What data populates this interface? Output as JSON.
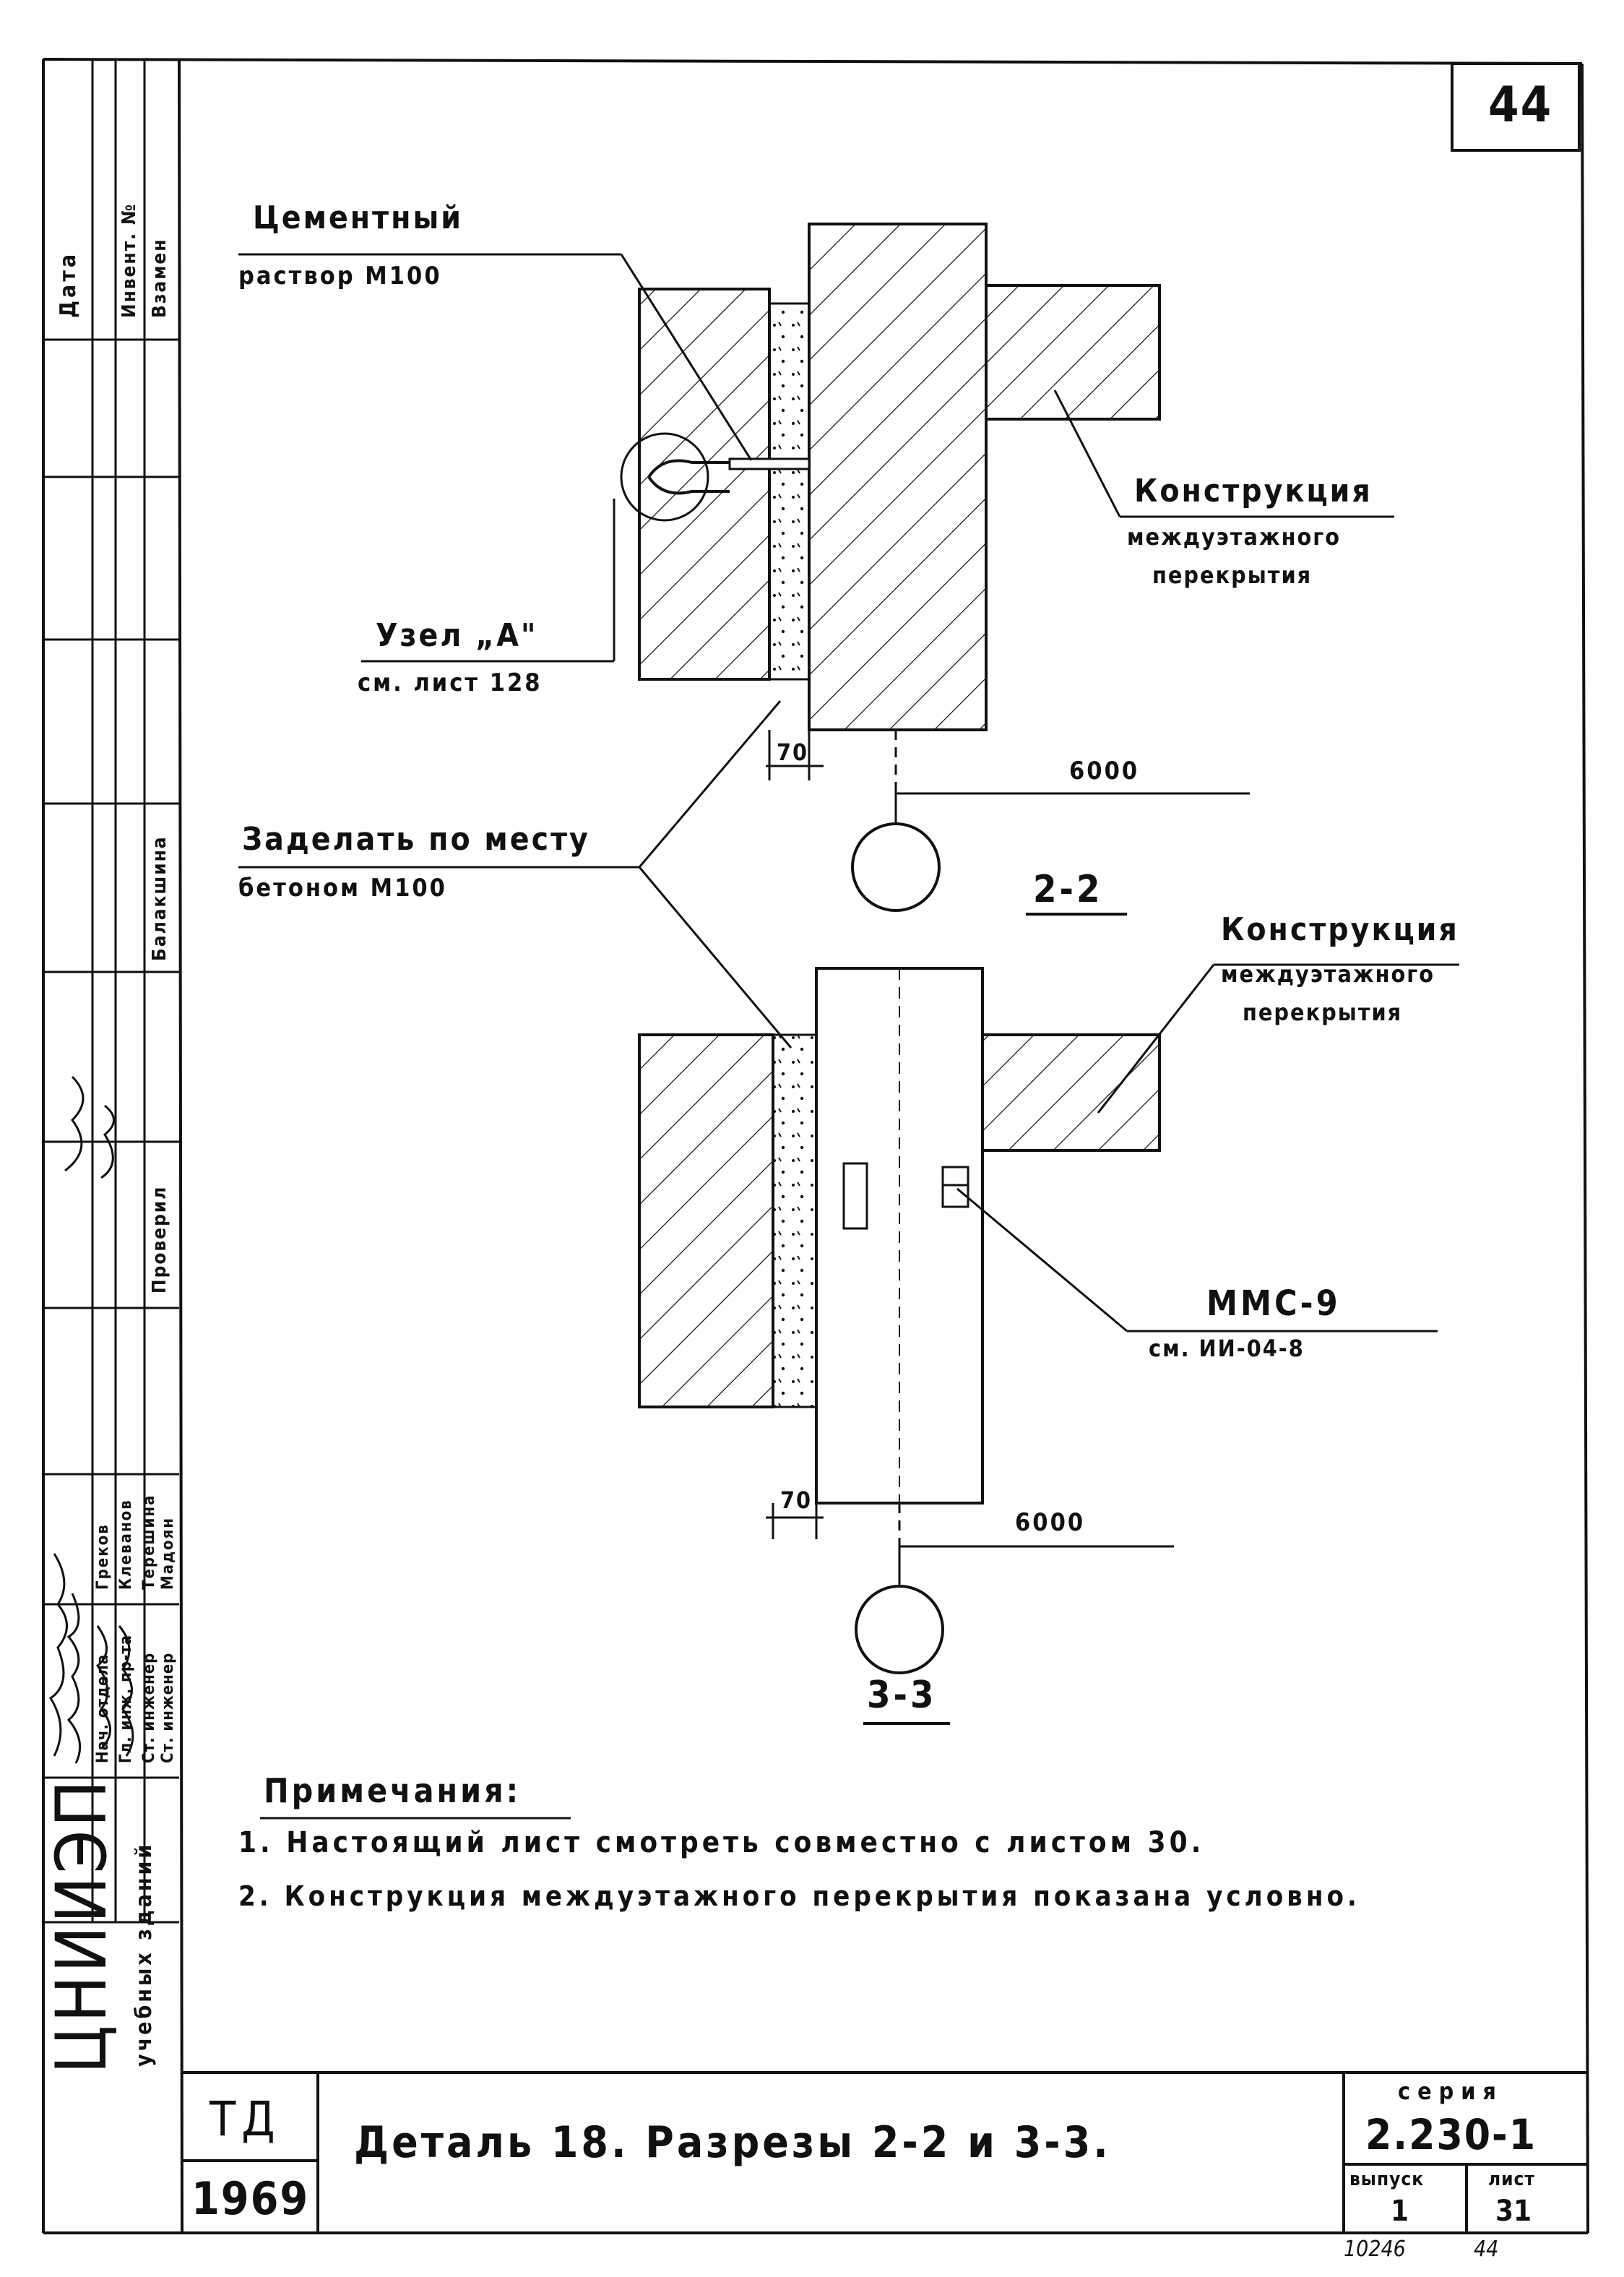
{
  "sheet_number": "44",
  "labels": {
    "cement_mortar_1": "Цементный",
    "cement_mortar_2": "раствор М100",
    "node_a_1": "Узел „А\"",
    "node_a_2": "см. лист 128",
    "construction_1": "Конструкция",
    "construction_2": "междуэтажного",
    "construction_3": "перекрытия",
    "seal_1": "Заделать по месту",
    "seal_2": "бетоном М100",
    "dim_70_top": "70",
    "dim_6000_top": "6000",
    "section_2": "2-2",
    "construction_b_1": "Конструкция",
    "construction_b_2": "междуэтажного",
    "construction_b_3": "перекрытия",
    "mmc_1": "ММС-9",
    "mmc_2": "см. ИИ-04-8",
    "dim_70_bottom": "70",
    "dim_6000_bottom": "6000",
    "section_3": "3-3"
  },
  "notes": {
    "heading": "Примечания:",
    "items": [
      "1. Настоящий лист смотреть совместно с листом 30.",
      "2. Конструкция междуэтажного перекрытия показана условно."
    ]
  },
  "title_block": {
    "org_code": "ТД",
    "year": "1969",
    "title": "Деталь 18. Разрезы 2-2 и 3-3.",
    "series_label": "серия",
    "series": "2.230-1",
    "issue_label": "выпуск",
    "issue": "1",
    "sheet_label": "лист",
    "sheet": "31",
    "footer_left": "10246",
    "footer_right": "44"
  },
  "side_stamp": {
    "org_name": "ЦНИИЭП",
    "org_sub": "учебных зданий",
    "date_label": "Дата",
    "inv_label": "Инвент. №",
    "replaces_label": "Взамен",
    "roles": [
      "Нач. отдела",
      "Гл. инж. пр-та",
      "Ст. инженер",
      "Ст. инженер"
    ],
    "names": [
      "Греков",
      "Клеванов",
      "Терешина",
      "Мадоян"
    ],
    "checked_label": "Проверил",
    "checked_name": "Балакшина"
  }
}
